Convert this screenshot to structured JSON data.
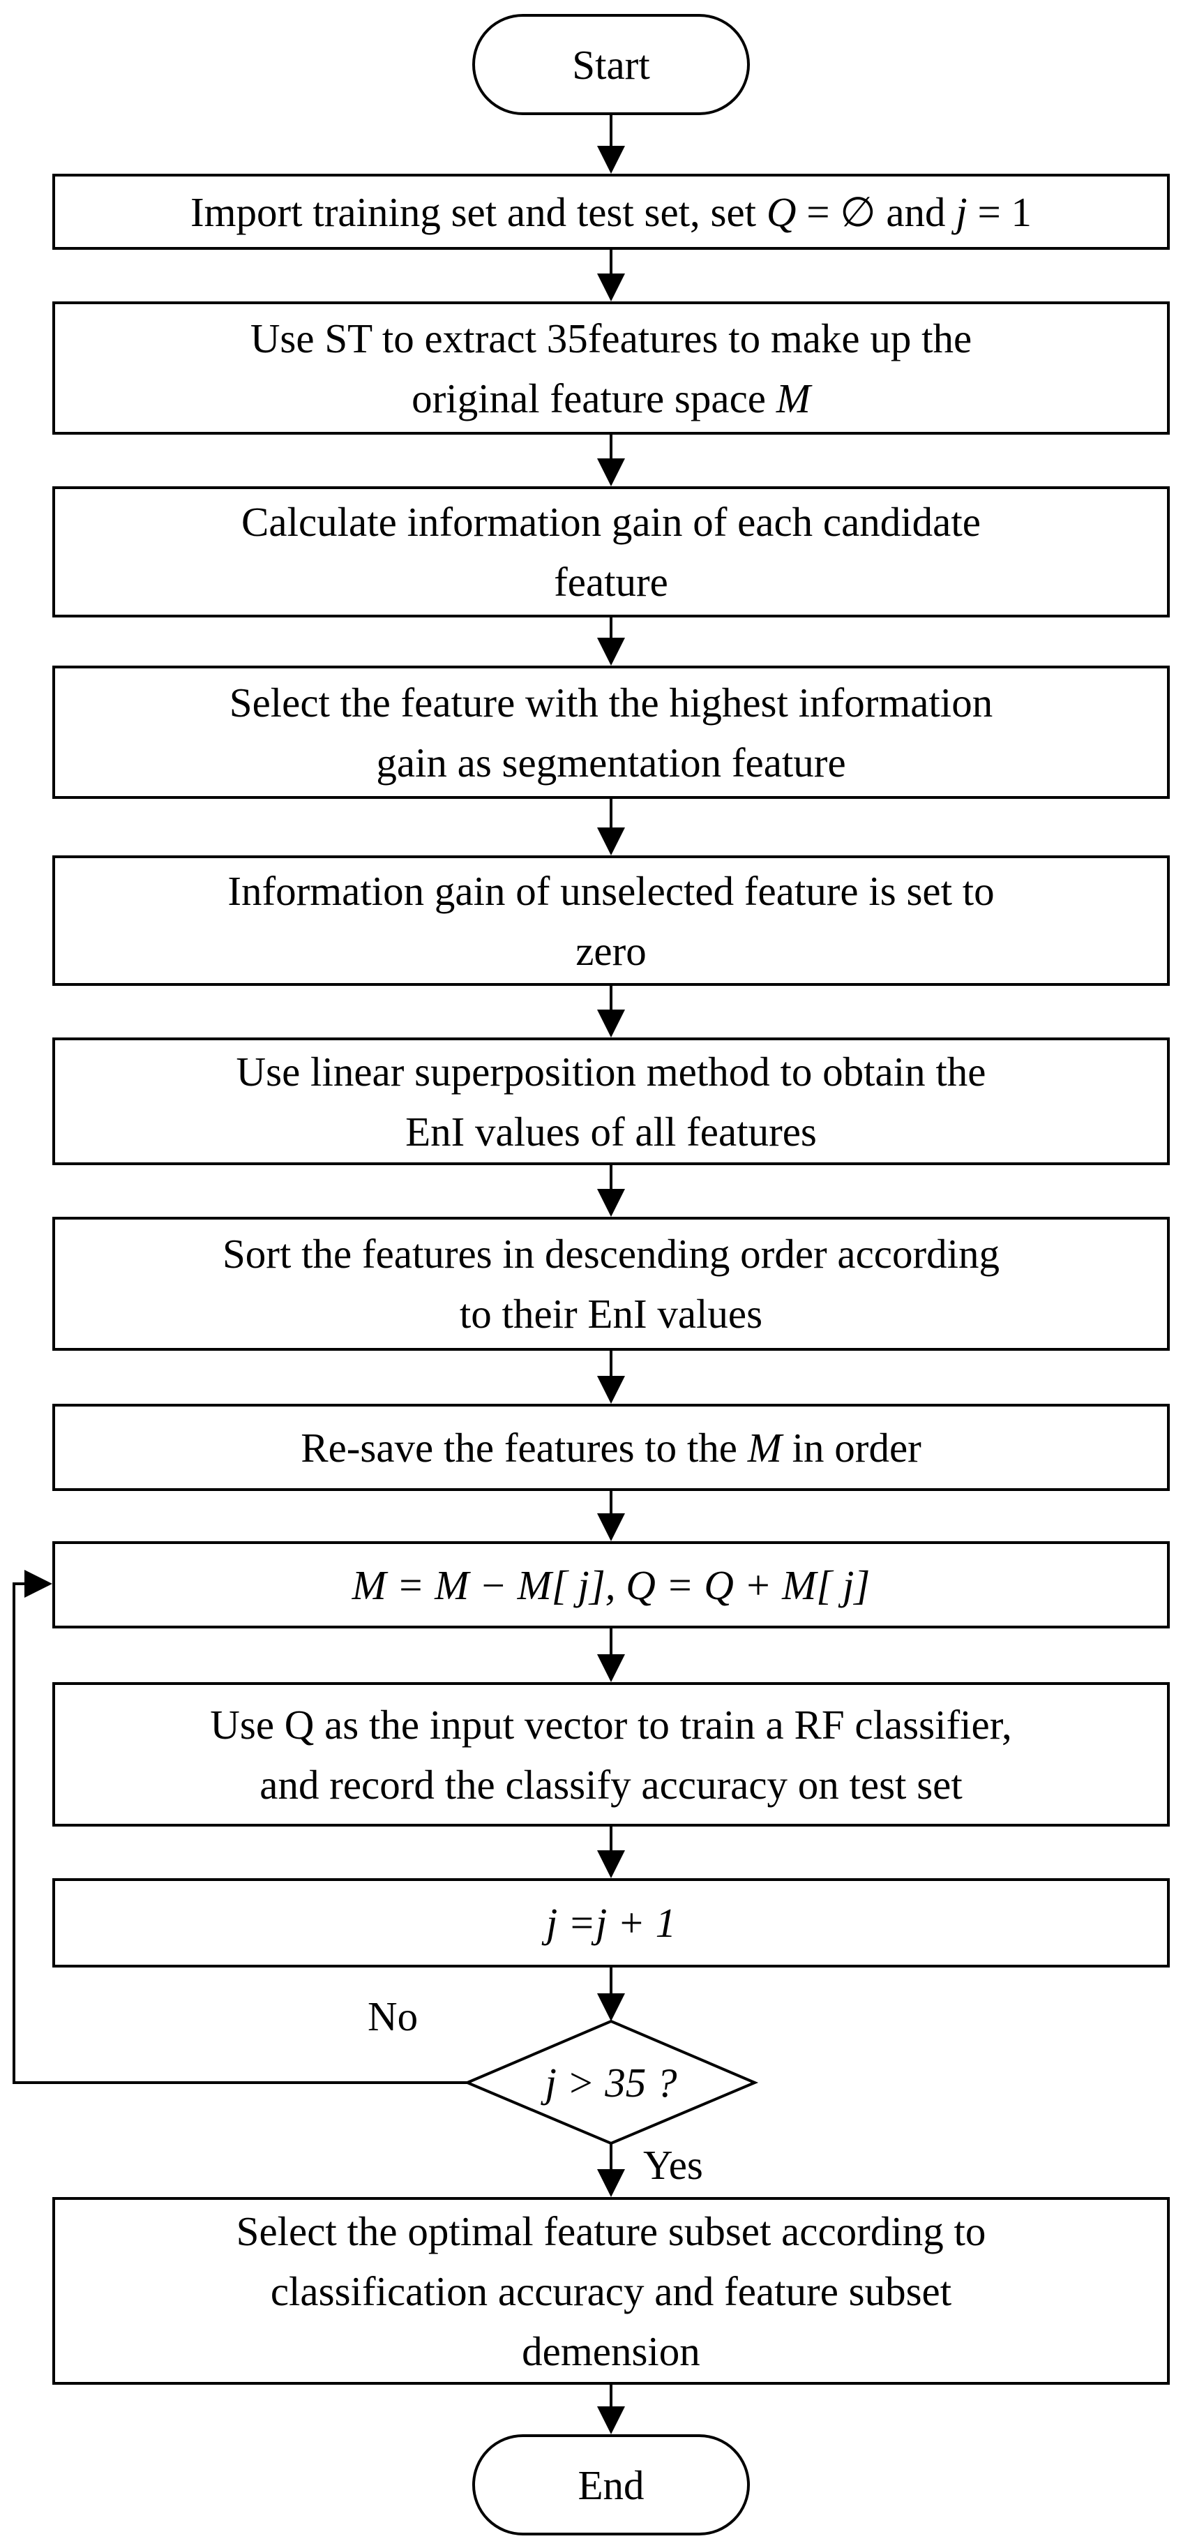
{
  "start": "Start",
  "step1": {
    "text": "Import training set and test set, set ",
    "q": "Q",
    "eq1": " = ∅ and ",
    "j": "j",
    "eq2": " = 1"
  },
  "step2": {
    "line1": "Use ST to extract 35features to make up the",
    "line2": "original feature space ",
    "m": "M"
  },
  "step3": {
    "line1": "Calculate information gain of each candidate",
    "line2": "feature"
  },
  "step4": {
    "line1": "Select the feature with the highest information",
    "line2": "gain as segmentation feature"
  },
  "step5": {
    "line1": "Information gain of unselected feature is set to",
    "line2": "zero"
  },
  "step6": {
    "line1": "Use linear superposition method to obtain the",
    "line2": "EnI values of all features"
  },
  "step7": {
    "line1": "Sort the features in descending order according",
    "line2": "to their EnI values"
  },
  "step8": {
    "pre": "Re-save the features to the ",
    "m": "M",
    "post": " in order"
  },
  "step9": {
    "formula": "M = M − M[ j],    Q = Q + M[ j]"
  },
  "step10": {
    "line1": "Use Q as the input vector to train a RF classifier,",
    "line2": "and record the classify accuracy on test set"
  },
  "step11": {
    "formula": "j =j + 1"
  },
  "decision": {
    "text": "j > 35 ?",
    "no_label": "No",
    "yes_label": "Yes"
  },
  "step12": {
    "line1": "Select the optimal feature subset according to",
    "line2": "classification accuracy and feature subset",
    "line3": "demension"
  },
  "end": "End"
}
